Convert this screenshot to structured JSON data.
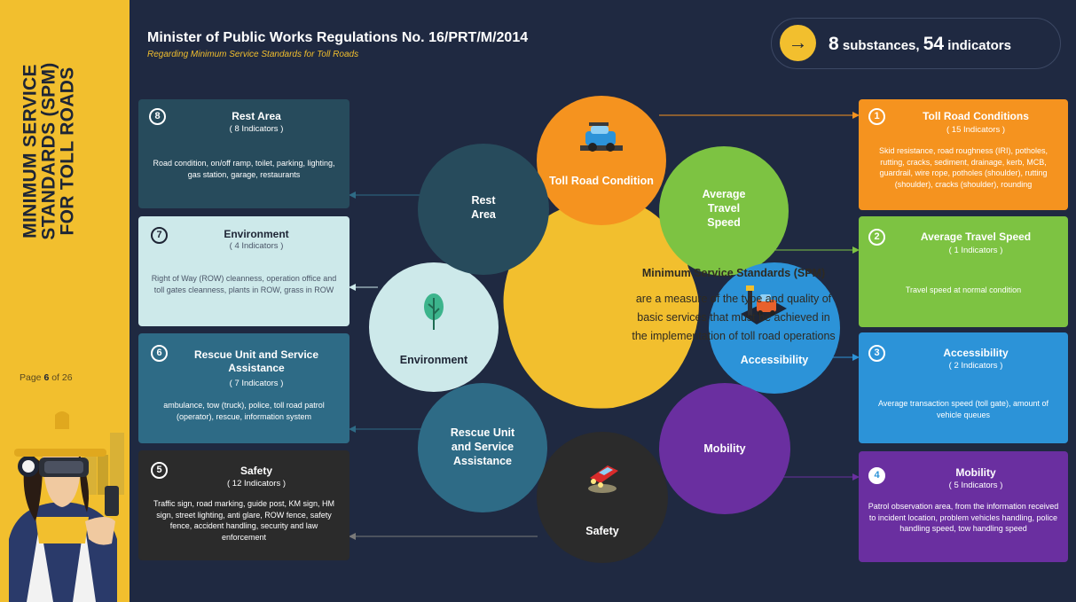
{
  "sidebar": {
    "title_lines": [
      "MINIMUM SERVICE",
      "STANDARDS (SPM)",
      "FOR TOLL ROADS"
    ],
    "page_label": "Page",
    "page_current": "6",
    "page_of": "of 26"
  },
  "header": {
    "title": "Minister of Public Works Regulations No. 16/PRT/M/2014",
    "subtitle": "Regarding Minimum Service Standards for Toll Roads"
  },
  "summary": {
    "arrow_icon": "arrow-right-icon",
    "substances_count": "8",
    "substances_label": "substances,",
    "indicators_count": "54",
    "indicators_label": "indicators"
  },
  "center": {
    "title": "Minimum Service Standards (SPM)",
    "description": "are a measure of the type and quality of basic services that must be achieved in the implementation of toll road operations"
  },
  "circles": {
    "toll_road_condition": "Toll Road Condition",
    "average_travel_speed": "Average Travel Speed",
    "accessibility": "Accessibility",
    "mobility": "Mobility",
    "safety": "Safety",
    "rescue_unit": "Rescue Unit and Service Assistance",
    "environment": "Environment",
    "rest_area": "Rest Area"
  },
  "cards": {
    "c1": {
      "number": "1",
      "title": "Toll Road Conditions",
      "sub": "( 15 Indicators )",
      "desc": "Skid resistance, road roughness (IRI), potholes, rutting, cracks, sediment, drainage, kerb, MCB, guardrail, wire rope, potholes (shoulder), rutting (shoulder), cracks (shoulder), rounding",
      "color": "#f5931f"
    },
    "c2": {
      "number": "2",
      "title": "Average Travel Speed",
      "sub": "( 1 Indicators )",
      "desc": "Travel speed at normal condition",
      "color": "#7dc342"
    },
    "c3": {
      "number": "3",
      "title": "Accessibility",
      "sub": "( 2 Indicators )",
      "desc": "Average transaction speed (toll gate), amount of vehicle queues",
      "color": "#2c93d8"
    },
    "c4": {
      "number": "4",
      "title": "Mobility",
      "sub": "( 5 Indicators )",
      "desc": "Patrol observation area, from the information received to incident location, problem vehicles handling, police handling speed, tow handling speed",
      "color": "#6a2fa0"
    },
    "c5": {
      "number": "5",
      "title": "Safety",
      "sub": "( 12 Indicators )",
      "desc": "Traffic sign, road marking, guide post, KM sign, HM sign, street lighting, anti glare, ROW fence, safety fence, accident handling, security and law enforcement",
      "color": "#2b2b2b"
    },
    "c6": {
      "number": "6",
      "title": "Rescue Unit and Service Assistance",
      "sub": "( 7 Indicators )",
      "desc": "ambulance, tow (truck), police, toll road patrol (operator), rescue, information system",
      "color": "#2e6b86"
    },
    "c7": {
      "number": "7",
      "title": "Environment",
      "sub": "( 4 Indicators )",
      "desc": "Right of Way (ROW) cleanness, operation office and toll gates cleanness, plants in ROW, grass in ROW",
      "color": "#cde9ea"
    },
    "c8": {
      "number": "8",
      "title": "Rest Area",
      "sub": "( 8 Indicators )",
      "desc": "Road condition, on/off ramp, toilet, parking, lighting, gas station, garage, restaurants",
      "color": "#274b5c"
    }
  },
  "icons": {
    "toll_road_condition": "car-on-road-icon",
    "accessibility": "toll-gate-car-icon",
    "safety": "red-car-night-icon",
    "environment": "tree-leaf-icon",
    "worker": "construction-worker-illustration"
  }
}
